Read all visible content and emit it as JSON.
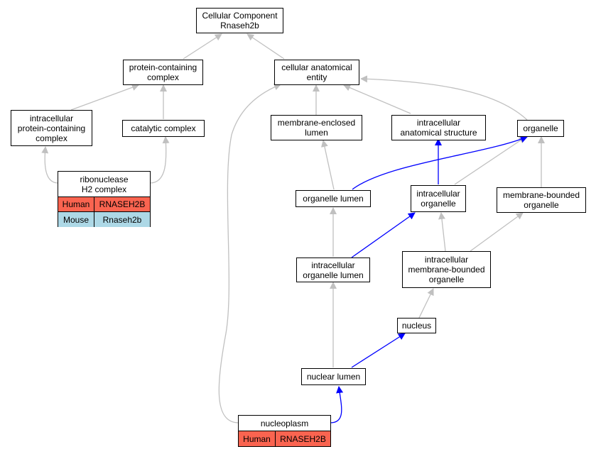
{
  "colors": {
    "edge_default": "#c0c0c0",
    "edge_highlight": "#0000ff",
    "human": "#fa6450",
    "mouse": "#add8e6"
  },
  "nodes": {
    "root": "Cellular Component\nRnaseh2b",
    "protein_containing_complex": "protein-containing\ncomplex",
    "cellular_anatomical_entity": "cellular anatomical\nentity",
    "intracellular_protein_containing_complex": "intracellular\nprotein-containing\ncomplex",
    "catalytic_complex": "catalytic complex",
    "membrane_enclosed_lumen": "membrane-enclosed\nlumen",
    "intracellular_anatomical_structure": "intracellular\nanatomical structure",
    "organelle": "organelle",
    "organelle_lumen": "organelle lumen",
    "intracellular_organelle": "intracellular\norganelle",
    "membrane_bounded_organelle": "membrane-bounded\norganelle",
    "intracellular_organelle_lumen": "intracellular\norganelle lumen",
    "intracellular_membrane_bounded_organelle": "intracellular\nmembrane-bounded\norganelle",
    "nucleus": "nucleus",
    "nuclear_lumen": "nuclear lumen"
  },
  "gene_nodes": {
    "ribonuclease_h2": {
      "title": "ribonuclease\nH2 complex",
      "rows": [
        {
          "species": "Human",
          "gene": "RNASEH2B"
        },
        {
          "species": "Mouse",
          "gene": "Rnaseh2b"
        }
      ]
    },
    "nucleoplasm": {
      "title": "nucleoplasm",
      "rows": [
        {
          "species": "Human",
          "gene": "RNASEH2B"
        }
      ]
    }
  }
}
